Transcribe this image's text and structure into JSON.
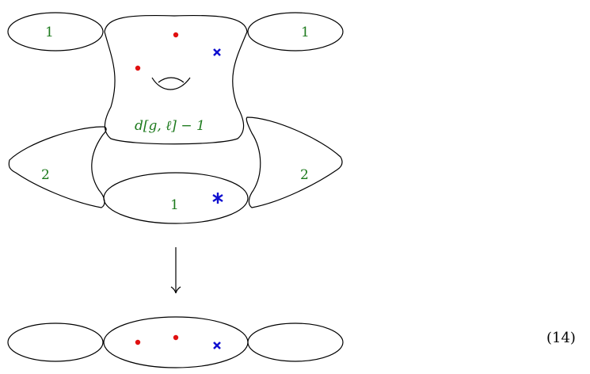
{
  "colors": {
    "label_green": "#1d7a1d",
    "marked_point_red": "#e01010",
    "cross_blue": "#1010d0",
    "outline": "#000000"
  },
  "top_surface": {
    "left_ellipse_label": "1",
    "right_ellipse_label": "1",
    "central_component_label": "d[g, ℓ] − 1",
    "left_wing_label": "2",
    "right_wing_label": "2",
    "bottom_ellipse_label": "1"
  },
  "equation_number": "(14)"
}
